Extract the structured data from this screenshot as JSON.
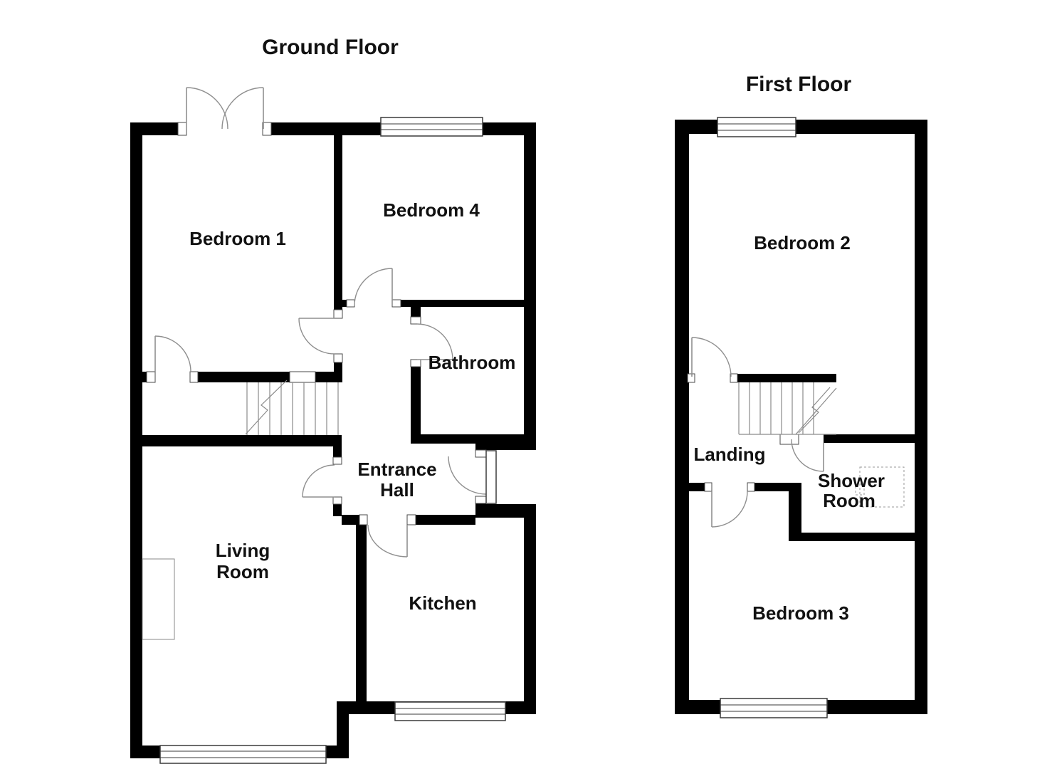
{
  "titles": {
    "ground_floor": "Ground Floor",
    "first_floor": "First Floor"
  },
  "ground_floor": {
    "rooms": {
      "bedroom1": "Bedroom 1",
      "bedroom4": "Bedroom 4",
      "bathroom": "Bathroom",
      "entrance_hall": [
        "Entrance",
        "Hall"
      ],
      "living_room": [
        "Living",
        "Room"
      ],
      "kitchen": "Kitchen"
    }
  },
  "first_floor": {
    "rooms": {
      "bedroom2": "Bedroom 2",
      "landing": "Landing",
      "shower_room": [
        "Shower",
        "Room"
      ],
      "bedroom3": "Bedroom 3"
    }
  },
  "colors": {
    "wall": "#000000",
    "floor": "#ffffff",
    "door_line": "#8f8f8f",
    "label": "#111111",
    "background": "#ffffff"
  }
}
